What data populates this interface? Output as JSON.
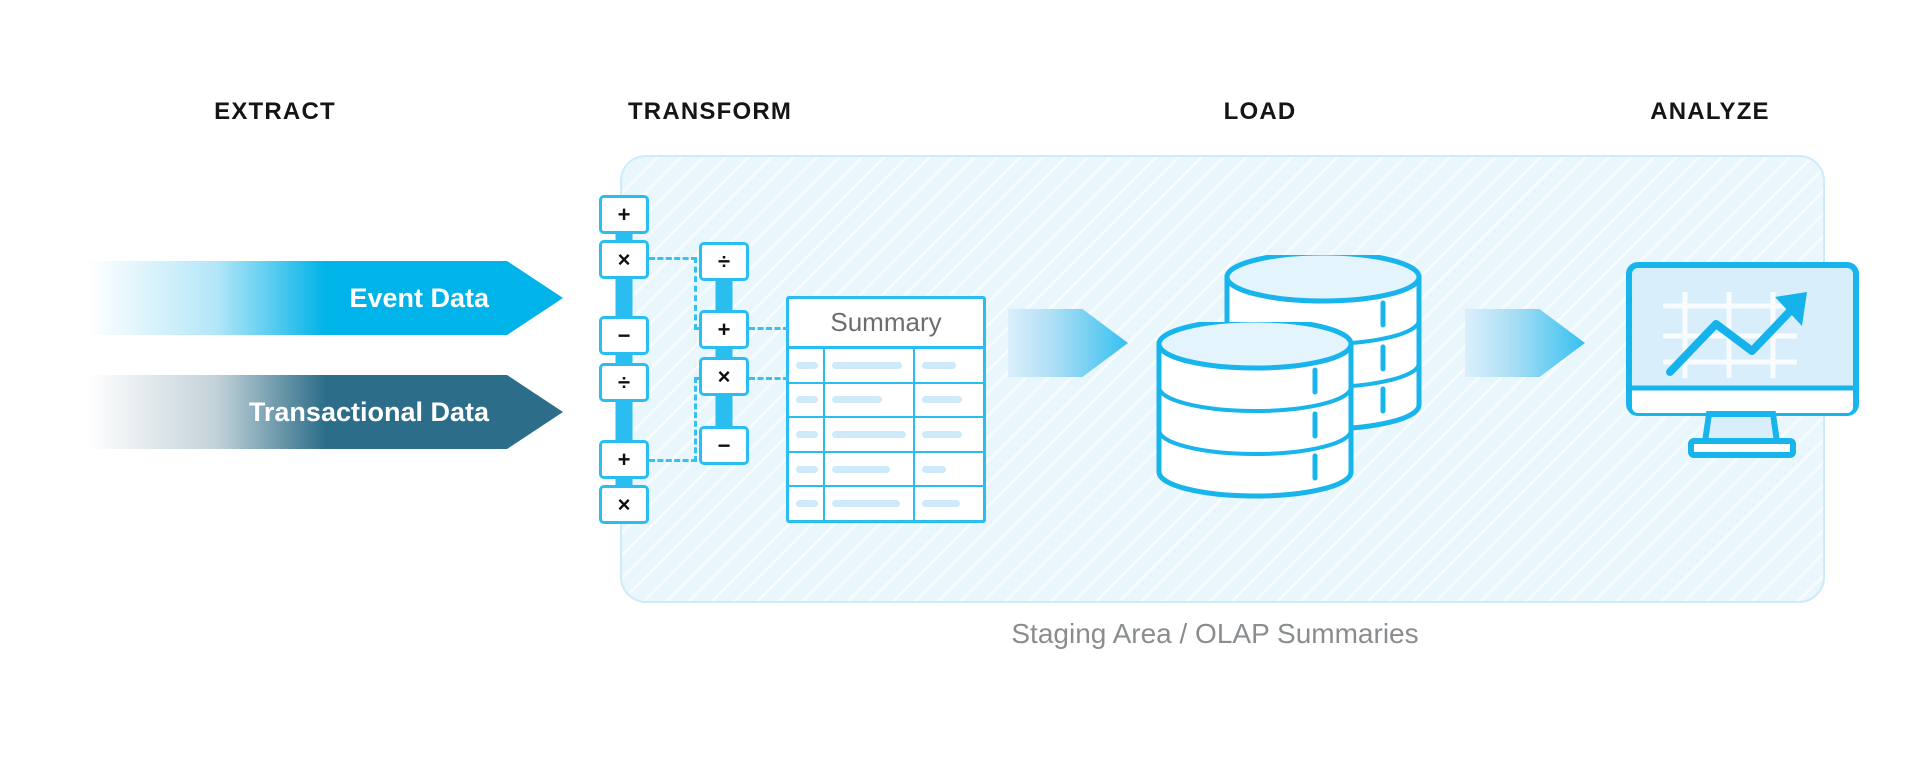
{
  "diagram": {
    "title_caption": "Staging Area / OLAP Summaries",
    "phases": [
      {
        "id": "extract",
        "label": "EXTRACT"
      },
      {
        "id": "transform",
        "label": "TRANSFORM"
      },
      {
        "id": "load",
        "label": "LOAD"
      },
      {
        "id": "analyze",
        "label": "ANALYZE"
      }
    ],
    "sources": [
      {
        "id": "event-data",
        "label": "Event Data",
        "color_start": "#ffffff",
        "color_end": "#00B3E8"
      },
      {
        "id": "transactional-data",
        "label": "Transactional Data",
        "color_start": "#ffffff",
        "color_end": "#2C6E89"
      }
    ],
    "transform": {
      "left_column": {
        "operators": [
          "+",
          "×",
          "−",
          "÷",
          "+",
          "×"
        ]
      },
      "right_column": {
        "operators": [
          "÷",
          "+",
          "×",
          "−"
        ]
      }
    },
    "summary_table": {
      "title": "Summary",
      "columns": 3,
      "rows": 5,
      "row_bar_widths": [
        [
          22,
          70,
          34
        ],
        [
          22,
          50,
          40
        ],
        [
          22,
          74,
          40
        ],
        [
          22,
          58,
          24
        ],
        [
          22,
          68,
          38
        ]
      ]
    },
    "load": {
      "database_count": 2,
      "segments_per_database": 3
    },
    "analyze": {
      "screen_kind": "line-chart-up"
    },
    "flow_arrows": [
      {
        "id": "transform-to-load",
        "from": "transform",
        "to": "load"
      },
      {
        "id": "load-to-analyze",
        "from": "load",
        "to": "analyze"
      }
    ],
    "colors": {
      "accent_cyan": "#29BDF0",
      "bright_cyan": "#00B3E8",
      "dark_teal": "#2C6E89",
      "panel_bg": "#E9F6FC",
      "panel_border": "#CDEBF9",
      "caption_gray": "#8A8D8F",
      "heading_black": "#151515",
      "placeholder_bar": "#CDE9FA"
    }
  }
}
